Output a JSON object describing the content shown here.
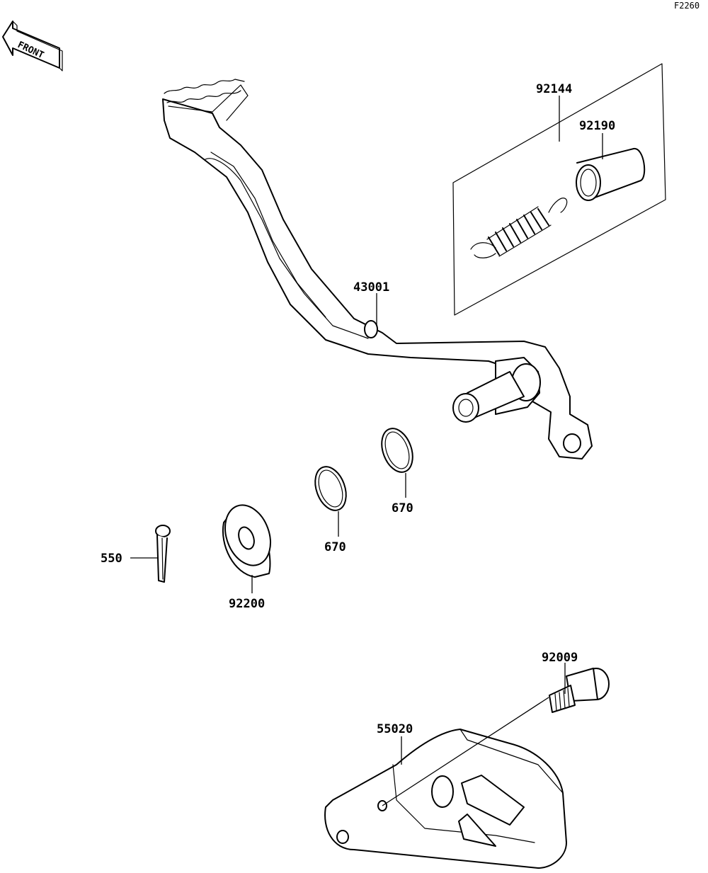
{
  "diagram_code": "F2260",
  "front_arrow": {
    "text": "FRONT",
    "icon": "front-arrow-icon"
  },
  "labels": {
    "p43001": "43001",
    "p92144": "92144",
    "p92190": "92190",
    "p670a": "670",
    "p670b": "670",
    "p550": "550",
    "p92200": "92200",
    "p92009": "92009",
    "p55020": "55020"
  }
}
